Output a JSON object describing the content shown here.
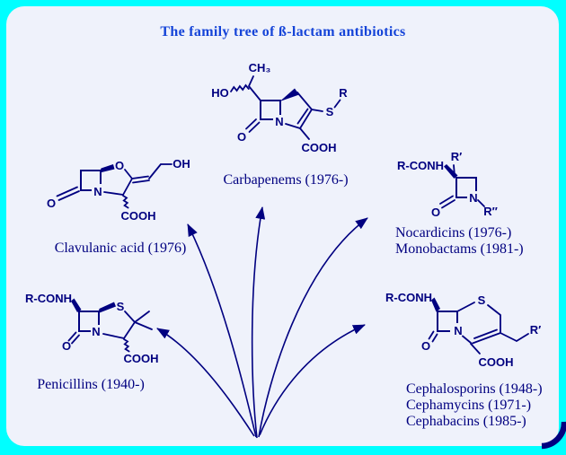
{
  "title": "The family tree of ß-lactam antibiotics",
  "colors": {
    "border": "#00FFFF",
    "panel": "#EFF2FB",
    "structure_navy": "#000080",
    "title_blue": "#1544D8"
  },
  "structures": {
    "carbapenems": {
      "name": "Carbapenems (1976-)",
      "atoms": {
        "ch3": "CH₃",
        "ho": "HO",
        "n": "N",
        "s": "S",
        "r": "R",
        "o": "O",
        "cooh": "COOH"
      }
    },
    "clavulanic_acid": {
      "name": "Clavulanic acid (1976)",
      "atoms": {
        "ring_o": "O",
        "oh": "OH",
        "n": "N",
        "o": "O",
        "cooh": "COOH"
      }
    },
    "nocardicins": {
      "names": [
        "Nocardicins (1976-)",
        "Monobactams (1981-)"
      ],
      "atoms": {
        "rconh": "R-CONH",
        "r_prime": "R′",
        "n": "N",
        "r_double_prime": "R″",
        "o": "O"
      }
    },
    "penicillins": {
      "name": "Penicillins (1940-)",
      "atoms": {
        "rconh": "R-CONH",
        "s": "S",
        "n": "N",
        "o": "O",
        "cooh": "COOH"
      }
    },
    "cephalosporins": {
      "names": [
        "Cephalosporins (1948-)",
        "Cephamycins (1971-)",
        "Cephabacins (1985-)"
      ],
      "atoms": {
        "rconh": "R-CONH",
        "s": "S",
        "n": "N",
        "o": "O",
        "cooh": "COOH",
        "r_prime": "R′"
      }
    }
  }
}
